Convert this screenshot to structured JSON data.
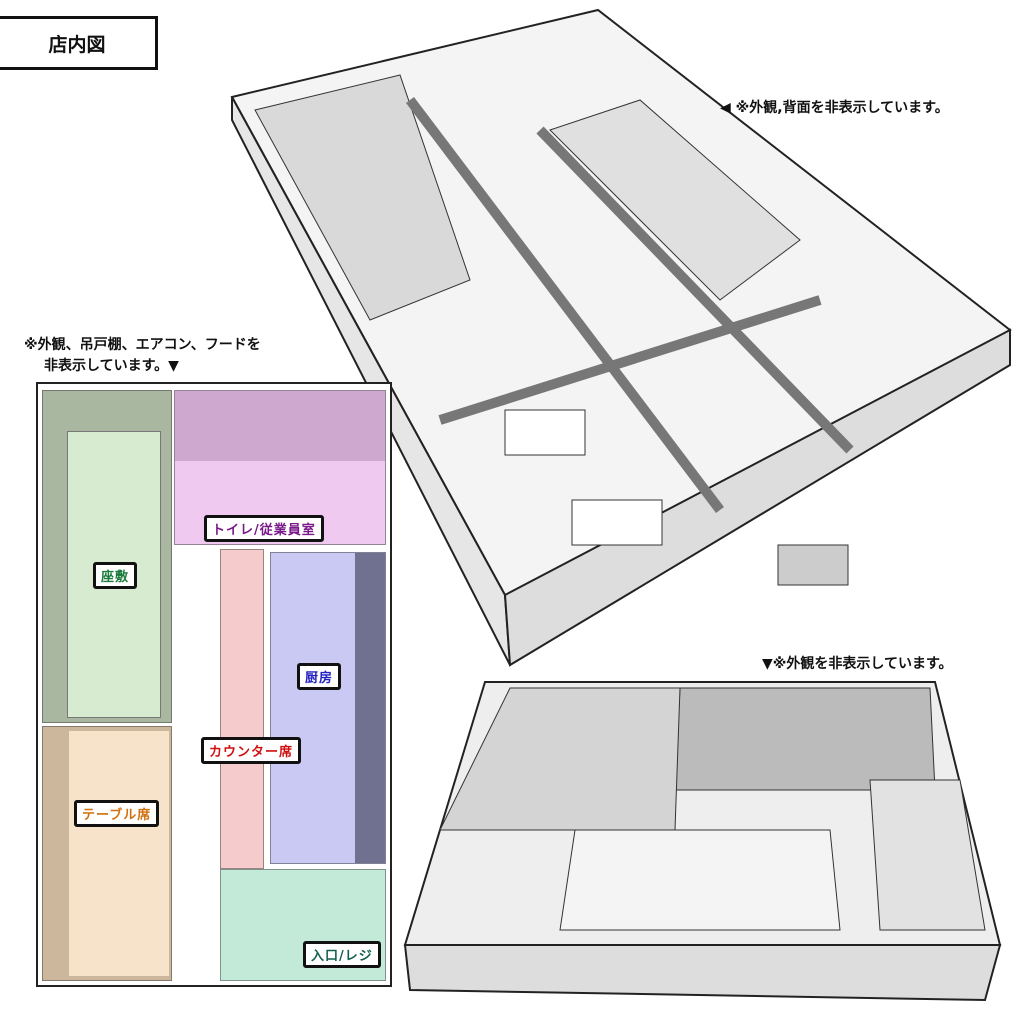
{
  "title": "店内図",
  "notes": {
    "top_view": "◀ ※外観,背面を非表示しています。",
    "plan_view_line1": "※外観、吊戸棚、エアコン、フードを",
    "plan_view_line2": "非表示しています。▼",
    "bottom_view": "▼※外観を非表示しています。"
  },
  "zones": {
    "zashiki": {
      "label": "座敷",
      "color": "#1a7a3a",
      "fill": "#d6ebcf"
    },
    "toilet_staff": {
      "label": "トイレ/従業員室",
      "color": "#7a1a8a",
      "fill": "#efc9f0"
    },
    "kitchen": {
      "label": "厨房",
      "color": "#2222c0",
      "fill": "#c9c9f3"
    },
    "counter": {
      "label": "カウンター席",
      "color": "#d01010",
      "fill": "#f5cbcb"
    },
    "table": {
      "label": "テーブル席",
      "color": "#d07010",
      "fill": "#f6e3c9"
    },
    "entrance_register": {
      "label": "入口/レジ",
      "color": "#106050",
      "fill": "#c3ead9"
    }
  }
}
